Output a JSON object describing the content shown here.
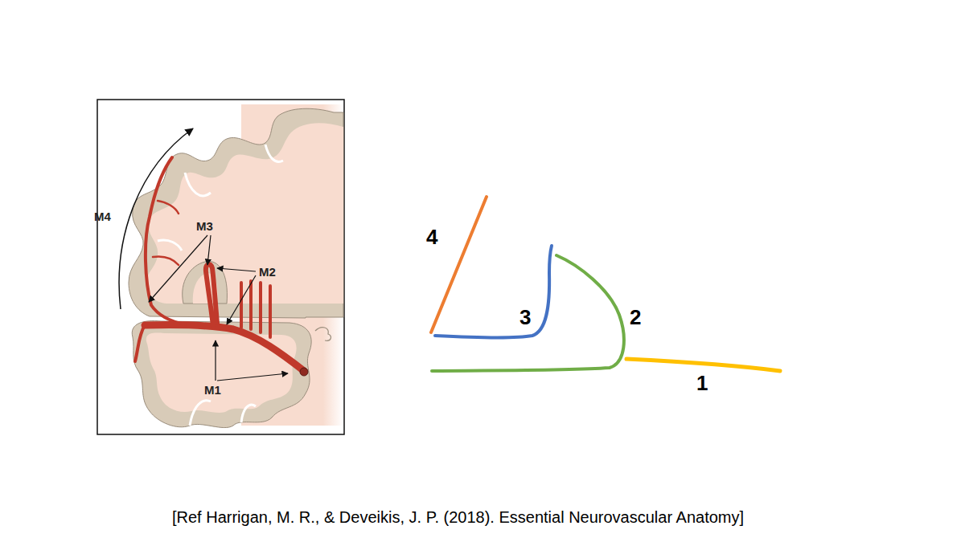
{
  "diagram": {
    "caption": "[Ref Harrigan, M. R., & Deveikis, J. P. (2018). Essential Neurovascular Anatomy]",
    "labels": [
      "M4",
      "M3",
      "M2",
      "M1",
      "4",
      "3",
      "2",
      "1"
    ]
  }
}
